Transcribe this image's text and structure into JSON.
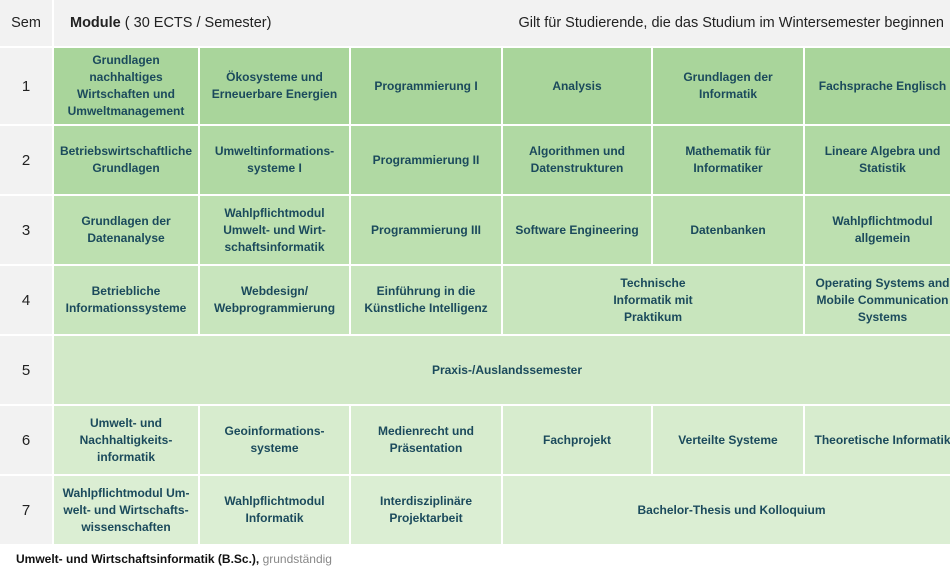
{
  "header": {
    "sem_label": "Sem",
    "module_label": "Module",
    "module_suffix": " ( 30 ECTS / Semester)",
    "note": "Gilt für Studierende, die das Studium im Wintersemester beginnen"
  },
  "rows": [
    {
      "sem": "1",
      "cells": [
        "Grundlagen nachhaltiges Wirtschaften und Umweltmanagement",
        "Ökosysteme und Erneuerbare Energien",
        "Programmierung I",
        "Analysis",
        "Grundlagen der Informatik",
        "Fachsprache Englisch"
      ]
    },
    {
      "sem": "2",
      "cells": [
        "Betriebswirtschaftliche Grundlagen",
        "Umweltinformations-systeme I",
        "Programmierung II",
        "Algorithmen und Datenstrukturen",
        "Mathematik für Informatiker",
        "Lineare Algebra und Statistik"
      ]
    },
    {
      "sem": "3",
      "cells": [
        "Grundlagen der Datenanalyse",
        "Wahlpflichtmodul Umwelt- und Wirt-schaftsinformatik",
        "Programmierung III",
        "Software Engineering",
        "Datenbanken",
        "Wahlpflichtmodul allgemein"
      ]
    },
    {
      "sem": "4",
      "cells": [
        "Betriebliche Informationssysteme",
        "Webdesign/ Webprogrammierung",
        "Einführung in die Künstliche Intelligenz",
        "Technische Informatik mit Praktikum",
        "Operating Systems and Mobile Communication Systems"
      ]
    },
    {
      "sem": "5",
      "cells": [
        "Praxis-/Auslandssemester"
      ]
    },
    {
      "sem": "6",
      "cells": [
        "Umwelt- und Nachhaltigkeits-informatik",
        "Geoinformations-systeme",
        "Medienrecht und Präsentation",
        "Fachprojekt",
        "Verteilte Systeme",
        "Theoretische Informatik"
      ]
    },
    {
      "sem": "7",
      "cells": [
        "Wahlpflichtmodul Um-welt- und Wirtschafts-wissenschaften",
        "Wahlpflichtmodul Informatik",
        "Interdisziplinäre Projektarbeit",
        "Bachelor-Thesis und Kolloquium"
      ]
    }
  ],
  "footer": {
    "program": "Umwelt- und Wirtschaftsinformatik (B.Sc.),",
    "type": " grundständig"
  },
  "colors": {
    "text": "#1b4a5c",
    "row1": "#a9d59b",
    "row7": "#dbeed3",
    "sem_bg": "#f2f2f2"
  }
}
